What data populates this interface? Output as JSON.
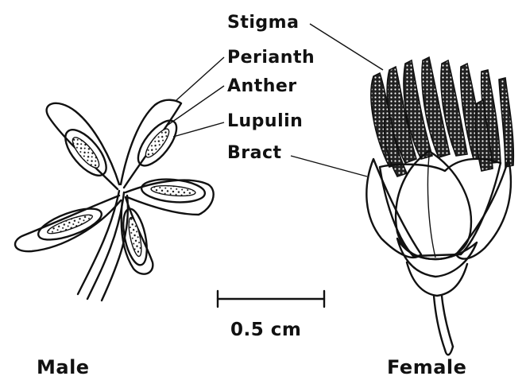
{
  "labels": {
    "stigma": "Stigma",
    "perianth": "Perianth",
    "anther": "Anther",
    "lupulin": "Lupulin",
    "bract": "Bract"
  },
  "scale_bar": {
    "label": "0.5 cm"
  },
  "captions": {
    "male": "Male",
    "female": "Female"
  }
}
